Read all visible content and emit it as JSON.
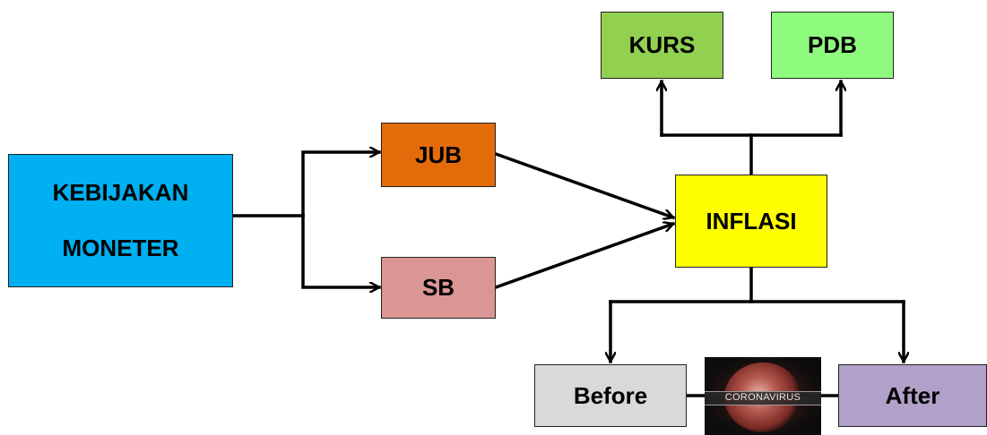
{
  "diagram": {
    "nodes": {
      "kebijakan": {
        "line1": "KEBIJAKAN",
        "line2": "MONETER",
        "color": "#00b0f0"
      },
      "jub": {
        "label": "JUB",
        "color": "#e36c0a"
      },
      "sb": {
        "label": "SB",
        "color": "#da9694"
      },
      "inflasi": {
        "label": "INFLASI",
        "color": "#ffff00"
      },
      "kurs": {
        "label": "KURS",
        "color": "#92d050"
      },
      "pdb": {
        "label": "PDB",
        "color": "#8efa7e"
      },
      "before": {
        "label": "Before",
        "color": "#d9d9d9"
      },
      "after": {
        "label": "After",
        "color": "#b1a0c7"
      }
    },
    "image": {
      "label": "CORONAVIRUS",
      "icon": "coronavirus-image"
    },
    "edges": [
      {
        "from": "kebijakan",
        "to": "jub"
      },
      {
        "from": "kebijakan",
        "to": "sb"
      },
      {
        "from": "jub",
        "to": "inflasi"
      },
      {
        "from": "sb",
        "to": "inflasi"
      },
      {
        "from": "inflasi",
        "to": "kurs"
      },
      {
        "from": "inflasi",
        "to": "pdb"
      },
      {
        "from": "inflasi",
        "to": "before"
      },
      {
        "from": "inflasi",
        "to": "after"
      },
      {
        "from": "before",
        "to": "coronavirus-image"
      },
      {
        "from": "coronavirus-image",
        "to": "after"
      }
    ]
  }
}
